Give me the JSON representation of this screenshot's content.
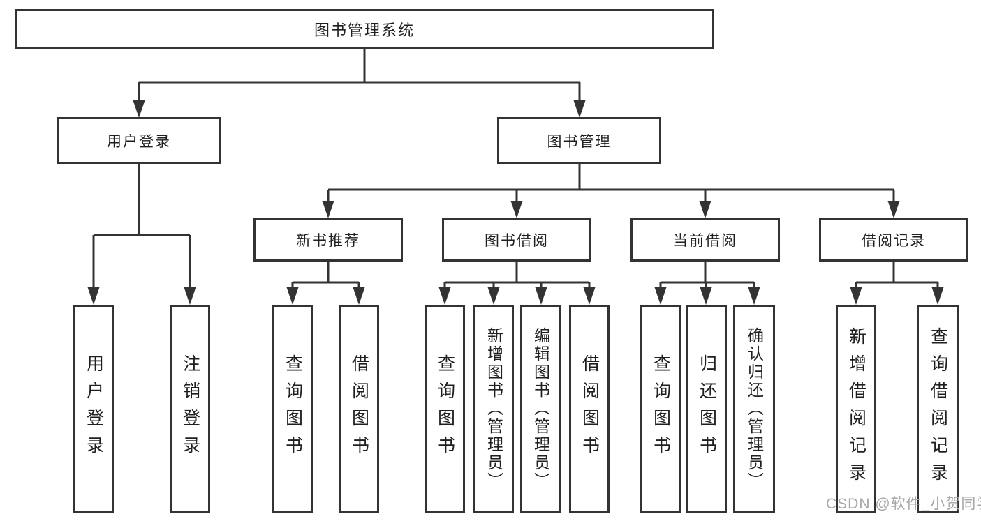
{
  "tree": {
    "root": {
      "label": "图书管理系统"
    },
    "branches": [
      {
        "label": "用户登录",
        "children": [
          {
            "label": "用户登录"
          },
          {
            "label": "注销登录"
          }
        ]
      },
      {
        "label": "图书管理",
        "children": [
          {
            "label": "新书推荐",
            "children": [
              {
                "label": "查询图书"
              },
              {
                "label": "借阅图书"
              }
            ]
          },
          {
            "label": "图书借阅",
            "children": [
              {
                "label": "查询图书"
              },
              {
                "label": "新增图书（管理员）"
              },
              {
                "label": "编辑图书（管理员）"
              },
              {
                "label": "借阅图书"
              }
            ]
          },
          {
            "label": "当前借阅",
            "children": [
              {
                "label": "查询图书"
              },
              {
                "label": "归还图书"
              },
              {
                "label": "确认归还（管理员）"
              }
            ]
          },
          {
            "label": "借阅记录",
            "children": [
              {
                "label": "新增借阅记录"
              },
              {
                "label": "查询借阅记录"
              }
            ]
          }
        ]
      }
    ]
  },
  "watermark": {
    "text": "CSDN @软件_小贺同学"
  },
  "colors": {
    "line": "#333333",
    "text": "#1f1f1f",
    "watermark": "#a6a6a6",
    "background": "#ffffff"
  }
}
